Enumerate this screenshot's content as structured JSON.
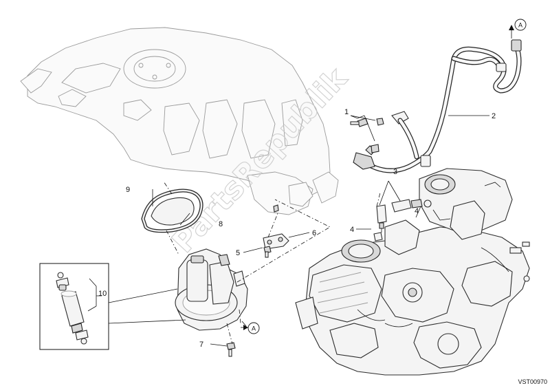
{
  "callouts": {
    "c1": "1",
    "c2": "2",
    "c3": "3",
    "c4a": "4",
    "c4b": "4",
    "c5": "5",
    "c6": "6",
    "c7": "7",
    "c8": "8",
    "c9": "9",
    "c10": "10"
  },
  "references": {
    "a_top": "A",
    "a_bottom": "A"
  },
  "watermark": "PartsRepublik",
  "drawing_code": "VST00970"
}
